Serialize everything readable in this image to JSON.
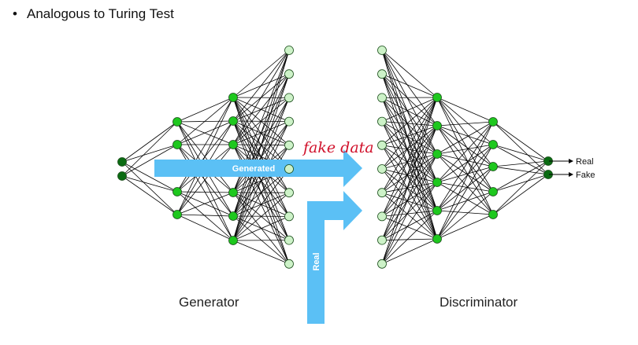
{
  "slide": {
    "bullet": "Analogous to Turing Test"
  },
  "labels": {
    "generator": "Generator",
    "discriminator": "Discriminator",
    "generated_arrow": "Generated",
    "real_arrow": "Real",
    "handwritten": "fake data",
    "output_real": "Real",
    "output_fake": "Fake"
  },
  "colors": {
    "arrow": "#5bc0f5",
    "node_dark": "#0a6b12",
    "node_mid": "#1ec81e",
    "node_light": "#cdf2c8",
    "handwriting": "#d0102a"
  },
  "networks": {
    "generator_layers": [
      2,
      4,
      6,
      10
    ],
    "discriminator_layers": [
      10,
      6,
      5,
      2
    ]
  }
}
